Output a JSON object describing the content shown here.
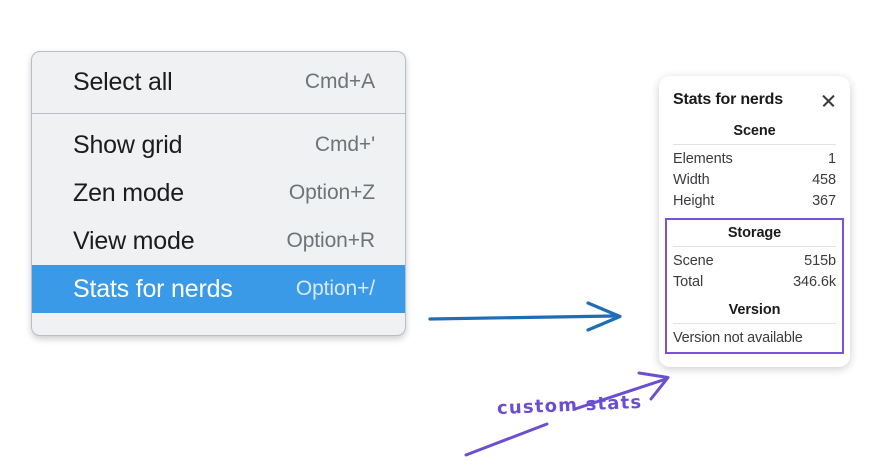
{
  "context_menu": {
    "groups": [
      {
        "items": [
          {
            "label": "Select all",
            "shortcut": "Cmd+A",
            "selected": false
          }
        ]
      },
      {
        "items": [
          {
            "label": "Show grid",
            "shortcut": "Cmd+'",
            "selected": false
          },
          {
            "label": "Zen mode",
            "shortcut": "Option+Z",
            "selected": false
          },
          {
            "label": "View mode",
            "shortcut": "Option+R",
            "selected": false
          },
          {
            "label": "Stats for nerds",
            "shortcut": "Option+/",
            "selected": true
          }
        ]
      }
    ],
    "rows": {
      "select_all": {
        "label": "Select all",
        "shortcut": "Cmd+A"
      },
      "show_grid": {
        "label": "Show grid",
        "shortcut": "Cmd+'"
      },
      "zen_mode": {
        "label": "Zen mode",
        "shortcut": "Option+Z"
      },
      "view_mode": {
        "label": "View mode",
        "shortcut": "Option+R"
      },
      "stats_for_nerds": {
        "label": "Stats for nerds",
        "shortcut": "Option+/"
      }
    },
    "highlight_color": "#3b9ae8",
    "background_color": "#f0f1f3"
  },
  "stats_panel": {
    "title": "Stats for nerds",
    "close_icon": "close-icon",
    "scene": {
      "heading": "Scene",
      "rows": [
        {
          "key": "Elements",
          "value": "1"
        },
        {
          "key": "Width",
          "value": "458"
        },
        {
          "key": "Height",
          "value": "367"
        }
      ]
    },
    "storage": {
      "heading": "Storage",
      "rows": [
        {
          "key": "Scene",
          "value": "515b"
        },
        {
          "key": "Total",
          "value": "346.6k"
        }
      ]
    },
    "version": {
      "heading": "Version",
      "text": "Version not available"
    },
    "highlight_border_color": "#7b52d6"
  },
  "annotations": {
    "callout_text": "custom stats",
    "callout_color": "#6b4fd0",
    "flow_arrow_color": "#1f6eb5"
  }
}
